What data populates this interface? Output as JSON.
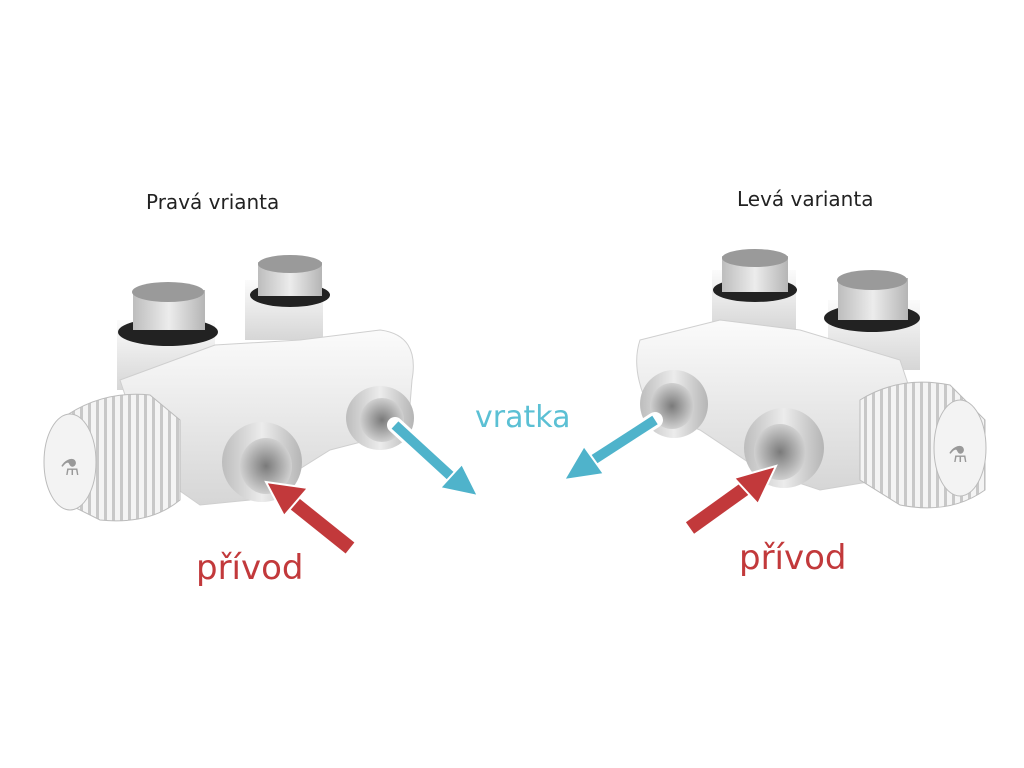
{
  "variants": {
    "right": {
      "title": "Pravá vrianta"
    },
    "left": {
      "title": "Levá varianta"
    }
  },
  "flows": {
    "return_label": "vratka",
    "supply_label_right": "přívod",
    "supply_label_left": "přívod"
  },
  "colors": {
    "supply": "#c2393b",
    "return": "#4fb3cb",
    "valve_body": "#f2f2f2",
    "thread": "#d9d9d9",
    "seal": "#222222"
  }
}
